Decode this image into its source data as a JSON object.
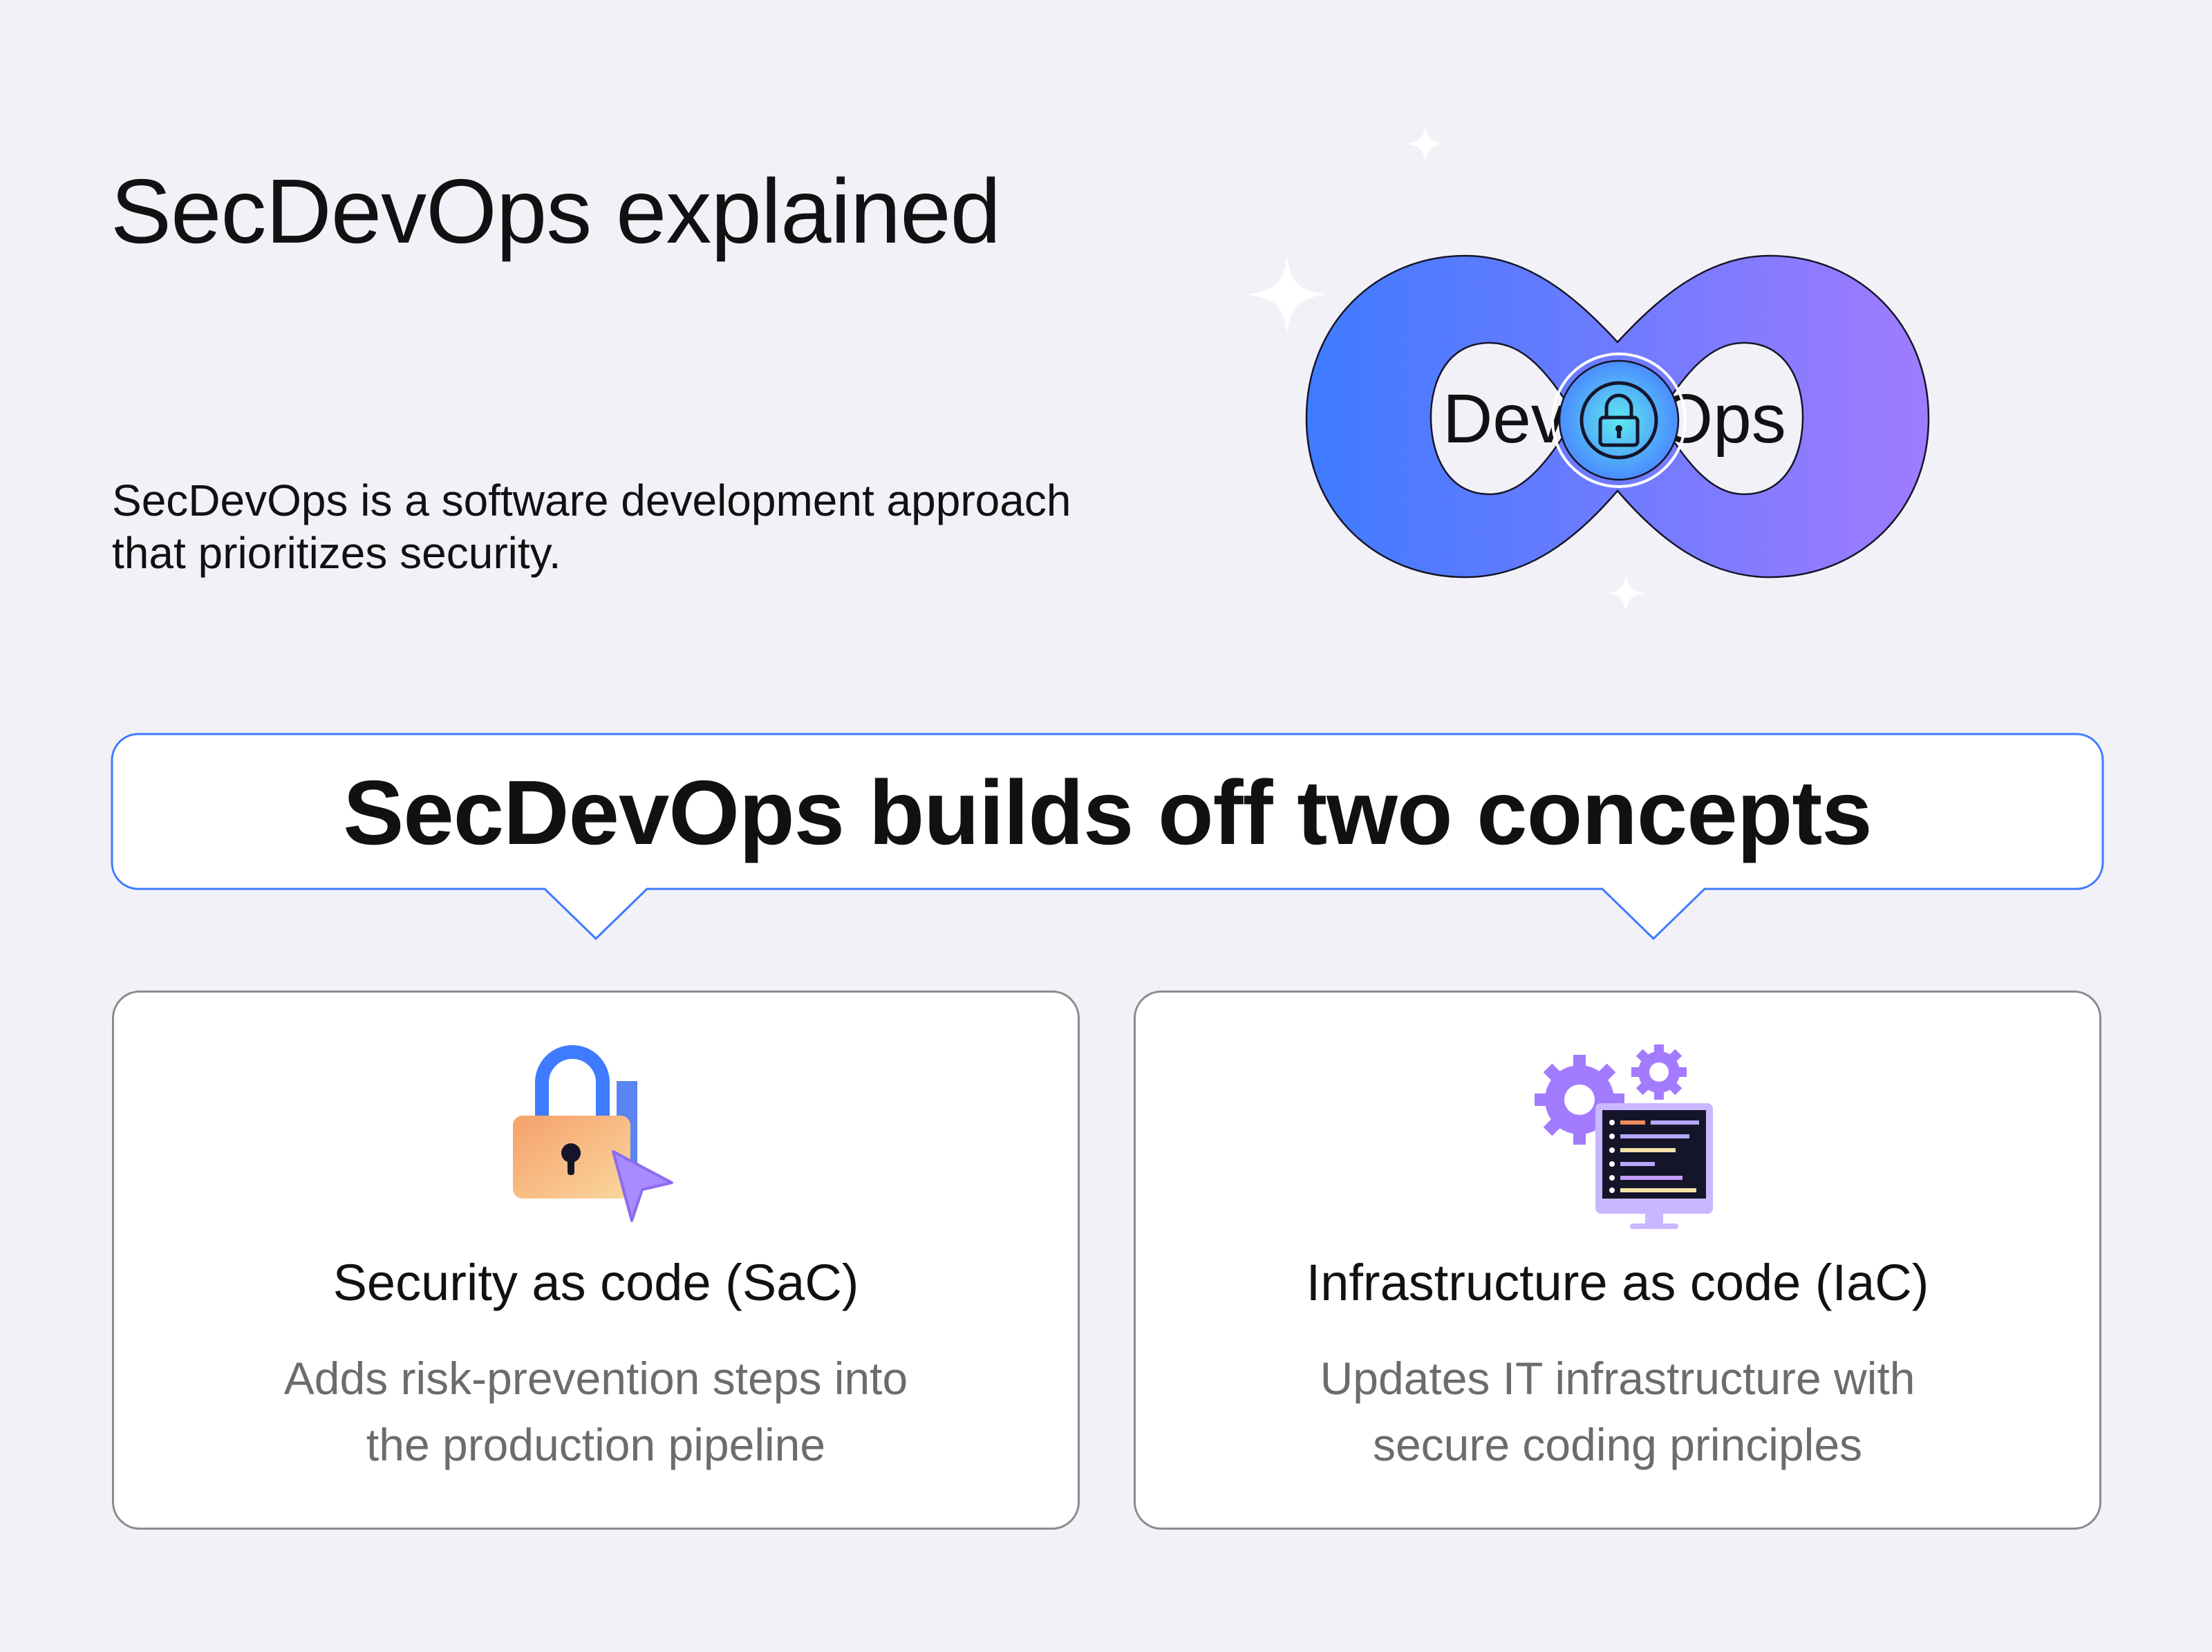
{
  "header": {
    "title": "SecDevOps explained",
    "intro": "SecDevOps is a software development approach that prioritizes security."
  },
  "hero": {
    "left_label": "Dev",
    "right_label": "Ops",
    "center_icon": "lock-icon",
    "colors": {
      "start": "#3e7bff",
      "end": "#a07bff",
      "lock_ring": "#5ee8ef"
    }
  },
  "callout": {
    "text": "SecDevOps builds off two concepts"
  },
  "concepts": [
    {
      "icon": "padlock-cursor-icon",
      "title": "Security as code (SaC)",
      "description_line1": "Adds risk-prevention steps into",
      "description_line2": "the production pipeline"
    },
    {
      "icon": "monitor-gears-icon",
      "title": "Infrastructure as code (IaC)",
      "description_line1": "Updates IT infrastructure with",
      "description_line2": "secure coding  principles"
    }
  ],
  "colors": {
    "background": "#f2f1f7",
    "accent_blue": "#3e7bff",
    "card_border": "#8a8a8f"
  }
}
